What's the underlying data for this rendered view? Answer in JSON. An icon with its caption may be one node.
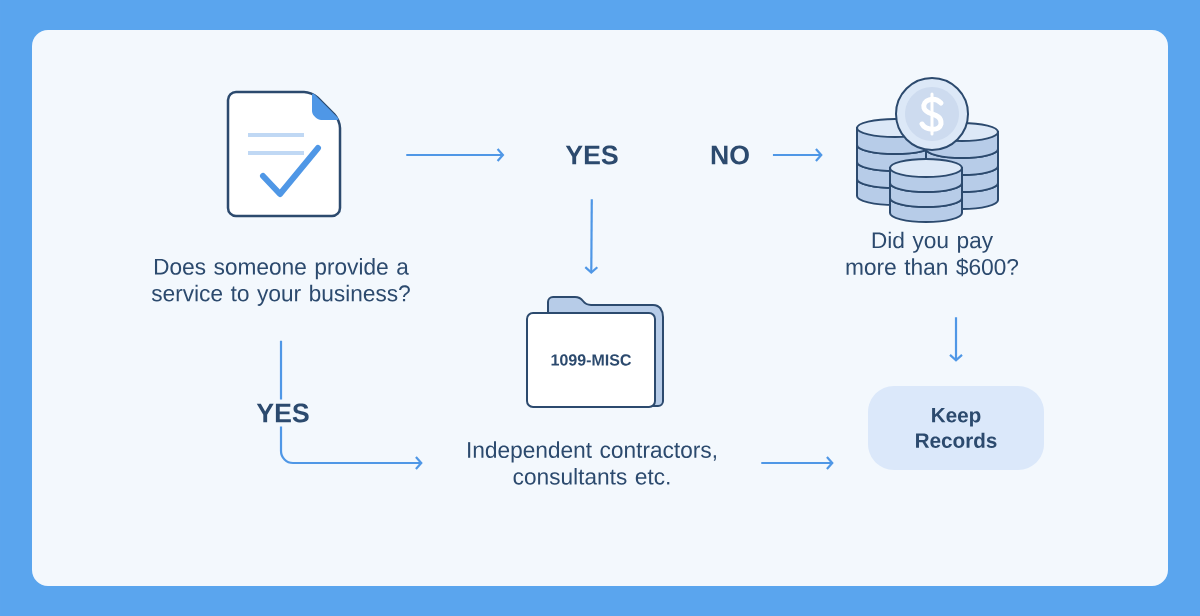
{
  "diagram": {
    "nodes": [
      {
        "text": [],
        "shape": "picture"
      },
      {
        "text": [
          "Does someone provide a service to your business?"
        ]
      },
      {
        "text": [
          "YES"
        ]
      },
      {
        "text": [
          "NO"
        ]
      },
      {
        "text": [],
        "shape": "picture"
      },
      {
        "text": [
          "Did you pay more than $600?"
        ]
      },
      {
        "text": [
          "1099-MISC"
        ]
      },
      {
        "text": [
          "Independent contractors, consultants etc."
        ]
      },
      {
        "text": [
          "Keep Records"
        ]
      }
    ],
    "edges": [
      {
        "from": 0,
        "to": 2,
        "arrow": "to"
      },
      {
        "from": 2,
        "to": 6,
        "arrow": "to"
      },
      {
        "from": 3,
        "to": 4,
        "arrow": "to"
      },
      {
        "from": 5,
        "to": 8,
        "arrow": "to"
      },
      {
        "from": 1,
        "to": 7,
        "arrow": "to",
        "label": "YES"
      },
      {
        "from": 7,
        "to": 8,
        "arrow": "to"
      }
    ]
  }
}
